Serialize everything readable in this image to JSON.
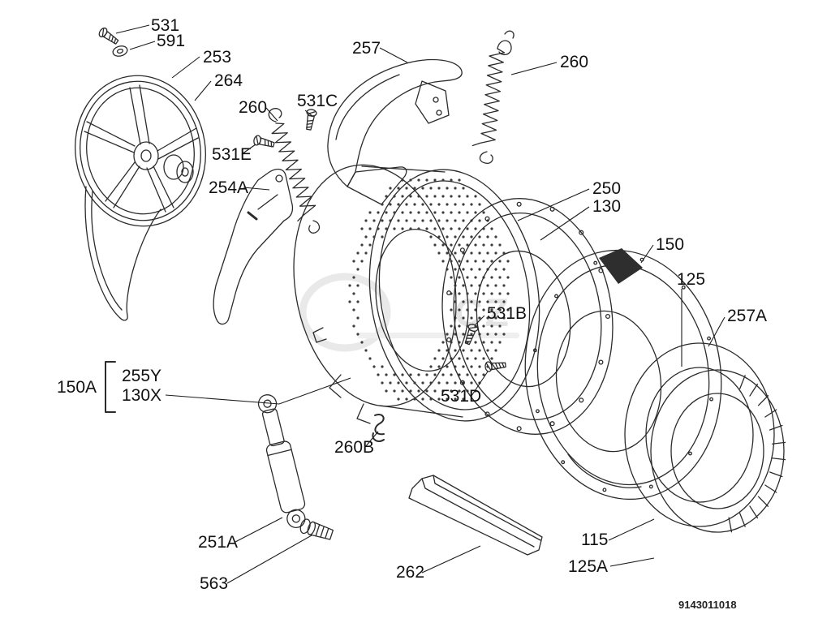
{
  "watermark": {
    "text": "CZ"
  },
  "footer": {
    "part_code": "9143011018"
  },
  "labels": {
    "l531_top": "531",
    "l591": "591",
    "l253": "253",
    "l264": "264",
    "l260_left": "260",
    "l531C": "531C",
    "l257": "257",
    "l260_right": "260",
    "l531E": "531E",
    "l254A": "254A",
    "l250": "250",
    "l130": "130",
    "l150": "150",
    "l125": "125",
    "l257A": "257A",
    "l531B": "531B",
    "l531D": "531D",
    "l150A": "150A",
    "l255Y": "255Y",
    "l130X": "130X",
    "l260B": "260B",
    "l251A": "251A",
    "l563": "563",
    "l262": "262",
    "l115": "115",
    "l125A": "125A"
  }
}
